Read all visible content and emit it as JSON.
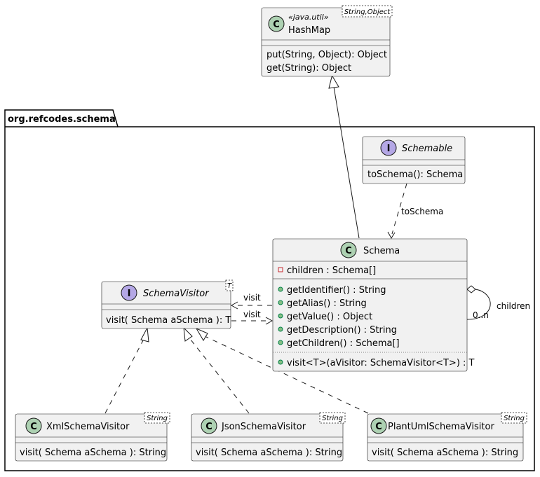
{
  "package": {
    "name": "org.refcodes.schema"
  },
  "classes": {
    "hashmap": {
      "kind": "C",
      "stereotype": "«java.util»",
      "name": "HashMap",
      "type_param": "String,Object",
      "fields": [],
      "methods": [
        "put(String, Object): Object",
        "get(String): Object"
      ]
    },
    "schemable": {
      "kind": "I",
      "name": "Schemable",
      "fields": [],
      "methods": [
        "toSchema(): Schema"
      ]
    },
    "schema": {
      "kind": "C",
      "name": "Schema",
      "fields": [
        "children : Schema[]"
      ],
      "methods": [
        "getIdentifier() : String",
        "getAlias() : String",
        "getValue() : Object",
        "getDescription() : String",
        "getChildren() : Schema[]"
      ],
      "methods2": [
        "visit<T>(aVisitor: SchemaVisitor<T>) : T"
      ]
    },
    "schemavisitor": {
      "kind": "I",
      "name": "SchemaVisitor",
      "type_param": "T",
      "fields": [],
      "methods": [
        "visit( Schema aSchema ): T"
      ]
    },
    "xmlvisitor": {
      "kind": "C",
      "name": "XmlSchemaVisitor",
      "type_param": "String",
      "fields": [],
      "methods": [
        "visit( Schema aSchema ): String"
      ]
    },
    "jsonvisitor": {
      "kind": "C",
      "name": "JsonSchemaVisitor",
      "type_param": "String",
      "fields": [],
      "methods": [
        "visit( Schema aSchema ): String"
      ]
    },
    "plantumlvisitor": {
      "kind": "C",
      "name": "PlantUmlSchemaVisitor",
      "type_param": "String",
      "fields": [],
      "methods": [
        "visit( Schema aSchema ): String"
      ]
    }
  },
  "relations": {
    "toschema": "toSchema",
    "visit_left": "visit",
    "visit_right": "visit",
    "children": "children",
    "multiplicity": "0..n"
  }
}
